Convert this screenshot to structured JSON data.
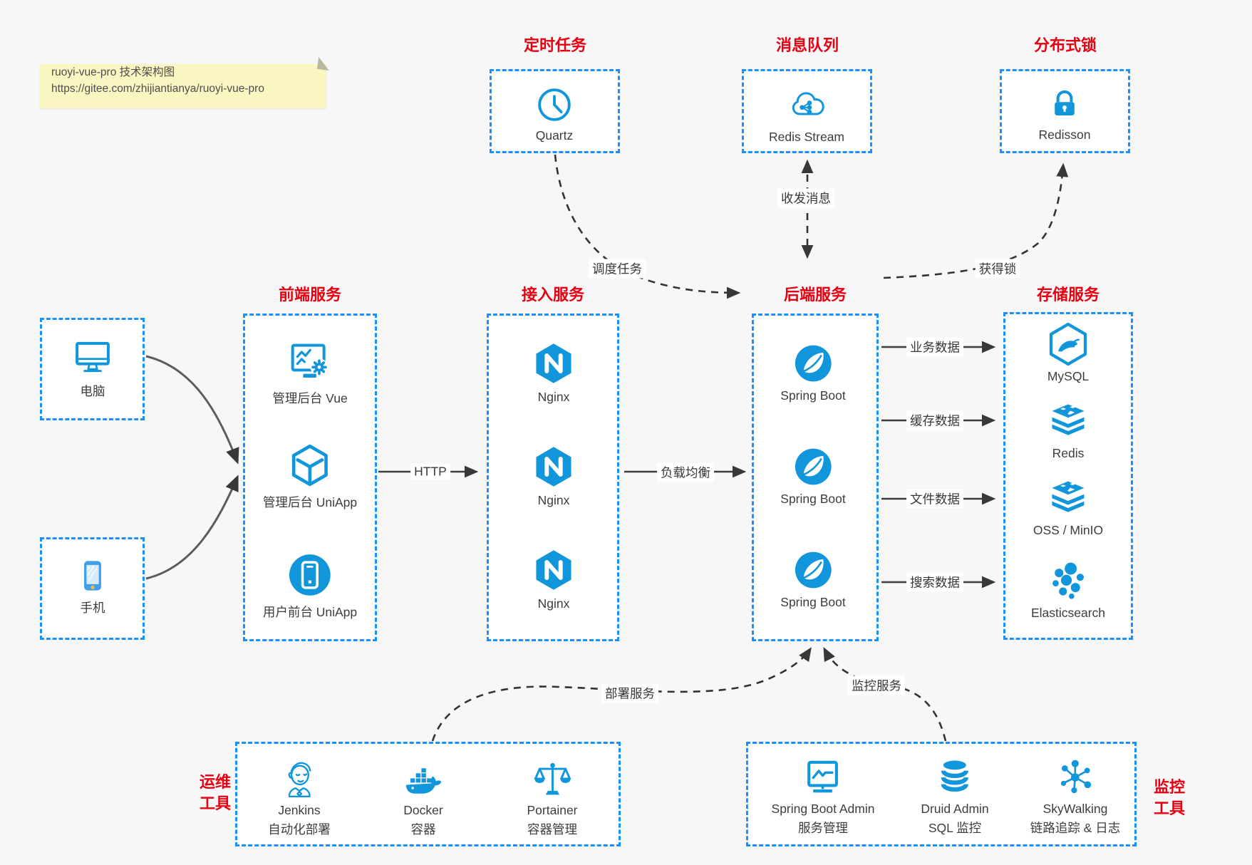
{
  "note": {
    "line1": "ruoyi-vue-pro 技术架构图",
    "line2": "https://gitee.com/zhijiantianya/ruoyi-vue-pro"
  },
  "colors": {
    "border_blue": "#1890ff",
    "icon_blue": "#1296db",
    "title_red": "#e60012",
    "background": "#f7f7f7"
  },
  "top_groups": [
    {
      "title": "定时任务",
      "item": {
        "icon": "clock-icon",
        "label": "Quartz"
      }
    },
    {
      "title": "消息队列",
      "item": {
        "icon": "cloud-share-icon",
        "label": "Redis Stream"
      }
    },
    {
      "title": "分布式锁",
      "item": {
        "icon": "lock-icon",
        "label": "Redisson"
      }
    }
  ],
  "clients": [
    {
      "icon": "desktop-icon",
      "label": "电脑"
    },
    {
      "icon": "smartphone-icon",
      "label": "手机"
    }
  ],
  "columns": [
    {
      "title": "前端服务",
      "items": [
        {
          "icon": "admin-vue-icon",
          "label": "管理后台 Vue"
        },
        {
          "icon": "uniapp-cube-icon",
          "label": "管理后台 UniApp"
        },
        {
          "icon": "user-app-icon",
          "label": "用户前台 UniApp"
        }
      ]
    },
    {
      "title": "接入服务",
      "items": [
        {
          "icon": "nginx-icon",
          "label": "Nginx"
        },
        {
          "icon": "nginx-icon",
          "label": "Nginx"
        },
        {
          "icon": "nginx-icon",
          "label": "Nginx"
        }
      ]
    },
    {
      "title": "后端服务",
      "items": [
        {
          "icon": "spring-boot-icon",
          "label": "Spring Boot"
        },
        {
          "icon": "spring-boot-icon",
          "label": "Spring Boot"
        },
        {
          "icon": "spring-boot-icon",
          "label": "Spring Boot"
        }
      ]
    },
    {
      "title": "存储服务",
      "items": [
        {
          "icon": "mysql-icon",
          "label": "MySQL"
        },
        {
          "icon": "redis-icon",
          "label": "Redis"
        },
        {
          "icon": "redis-icon",
          "label": "OSS / MinIO"
        },
        {
          "icon": "elasticsearch-icon",
          "label": "Elasticsearch"
        }
      ]
    }
  ],
  "bottom_groups": [
    {
      "side_label": {
        "line1": "运维",
        "line2": "工具"
      },
      "items": [
        {
          "icon": "jenkins-icon",
          "label": "Jenkins",
          "sublabel": "自动化部署"
        },
        {
          "icon": "docker-icon",
          "label": "Docker",
          "sublabel": "容器"
        },
        {
          "icon": "portainer-icon",
          "label": "Portainer",
          "sublabel": "容器管理"
        }
      ]
    },
    {
      "side_label": {
        "line1": "监控",
        "line2": "工具"
      },
      "items": [
        {
          "icon": "spring-boot-admin-icon",
          "label": "Spring Boot Admin",
          "sublabel": "服务管理"
        },
        {
          "icon": "druid-icon",
          "label": "Druid Admin",
          "sublabel": "SQL 监控"
        },
        {
          "icon": "skywalking-icon",
          "label": "SkyWalking",
          "sublabel": "链路追踪 & 日志"
        }
      ]
    }
  ],
  "edges": {
    "schedule": "调度任务",
    "message": "收发消息",
    "lock": "获得锁",
    "http": "HTTP",
    "load_balance": "负载均衡",
    "business_data": "业务数据",
    "cache_data": "缓存数据",
    "file_data": "文件数据",
    "search_data": "搜索数据",
    "deploy": "部署服务",
    "monitor": "监控服务"
  }
}
